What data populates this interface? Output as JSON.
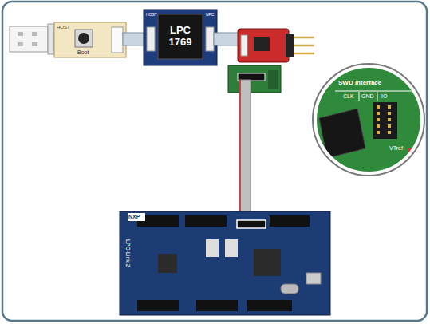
{
  "diagram": {
    "nodes": [
      {
        "text": [
          "LPC 1769"
        ]
      }
    ],
    "labels": [
      "HOST",
      "Boot",
      "HOST",
      "NFC",
      "SWD Interface",
      "CLK",
      "GND",
      "IO",
      "VTref",
      "NXP",
      "LPC-Link 2"
    ]
  }
}
